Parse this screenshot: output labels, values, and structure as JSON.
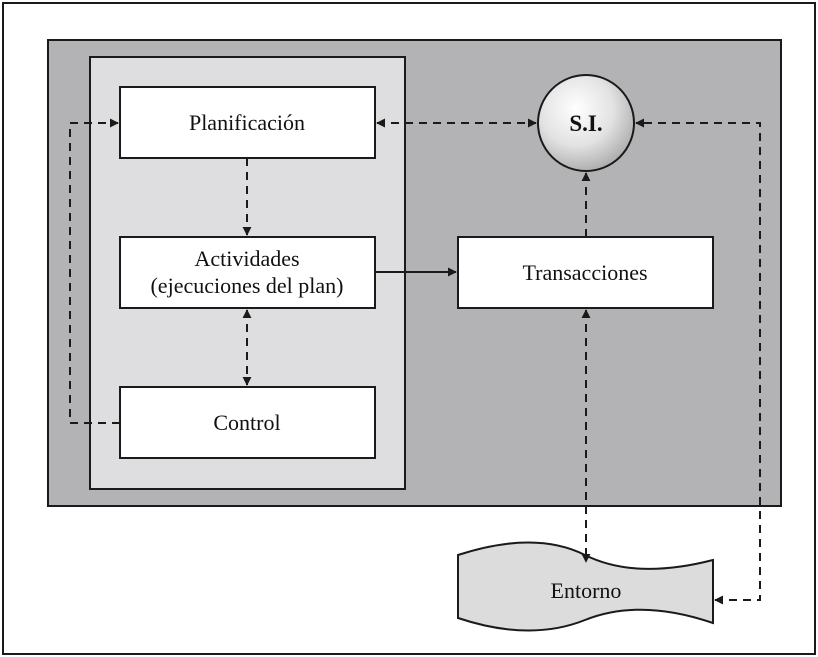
{
  "diagram": {
    "nodes": {
      "planificacion": "Planificación",
      "actividades_line1": "Actividades",
      "actividades_line2": "(ejecuciones del plan)",
      "control": "Control",
      "si": "S.I.",
      "transacciones": "Transacciones",
      "entorno": "Entorno"
    },
    "colors": {
      "outer_panel": "#b3b3b5",
      "inner_panel": "#dedee0",
      "box": "#ffffff",
      "stroke": "#1a1a1a",
      "entorno_fill": "#dcdcdc"
    }
  }
}
